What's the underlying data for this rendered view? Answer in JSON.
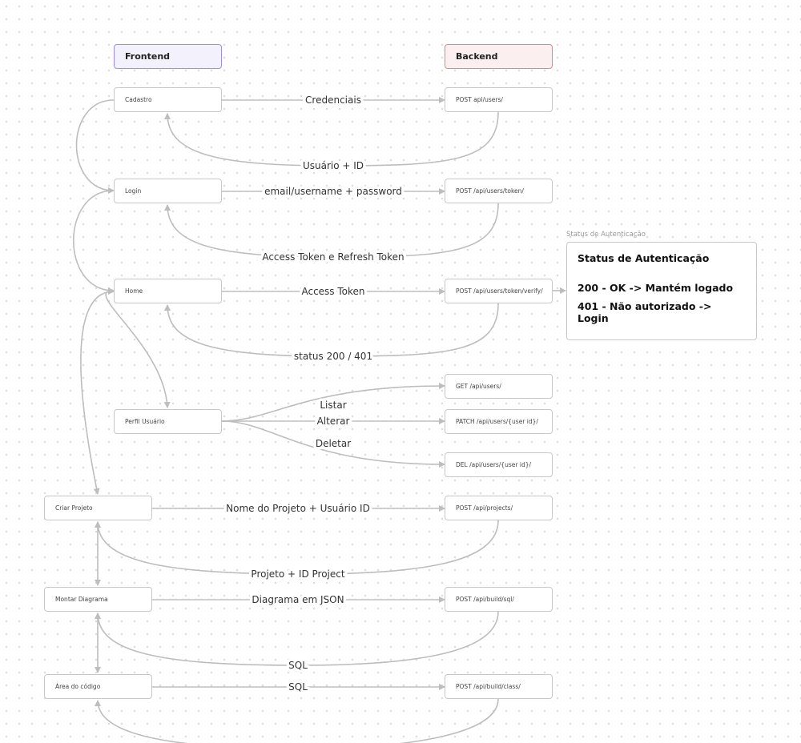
{
  "headers": {
    "frontend": "Frontend",
    "backend": "Backend"
  },
  "frontend": [
    "Cadastro",
    "Login",
    "Home",
    "Perfil Usuário",
    "Criar Projeto",
    "Montar Diagrama",
    "Área do código"
  ],
  "backend": [
    "POST api/users/",
    "POST /api/users/token/",
    "POST /api/users/token/verify/",
    "GET /api/users/",
    "PATCH /api/users/{user id}/",
    "DEL /api/users/{user id}/",
    "POST /api/projects/",
    "POST /api/build/sql/",
    "POST /api/build/class/"
  ],
  "edge_labels": [
    "Credenciais",
    "Usuário + ID",
    "email/username + password",
    "Access Token e Refresh Token",
    "Access Token",
    "status 200 / 401",
    "Listar",
    "Alterar",
    "Deletar",
    "Nome do Projeto + Usuário ID",
    "Projeto + ID Project",
    "Diagrama em JSON",
    "SQL",
    "SQL"
  ],
  "status": {
    "caption": "Status de Autenticação",
    "title": "Status de Autenticação",
    "line1": "200 - OK -> Mantém logado",
    "line2": "401 - Não autorizado -> Login"
  }
}
